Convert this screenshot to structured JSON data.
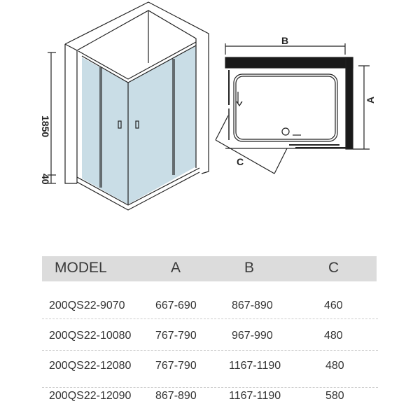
{
  "diagram": {
    "height_label": "1850",
    "base_label": "40",
    "plan_labels": {
      "b": "B",
      "a": "A",
      "c": "C"
    },
    "glass_color": "#c9dde6"
  },
  "table": {
    "headers": [
      "MODEL",
      "A",
      "B",
      "C"
    ],
    "rows": [
      [
        "200QS22-9070",
        "667-690",
        "867-890",
        "460"
      ],
      [
        "200QS22-10080",
        "767-790",
        "967-990",
        "480"
      ],
      [
        "200QS22-12080",
        "767-790",
        "1167-1190",
        "480"
      ],
      [
        "200QS22-12090",
        "867-890",
        "1167-1190",
        "580"
      ]
    ]
  }
}
